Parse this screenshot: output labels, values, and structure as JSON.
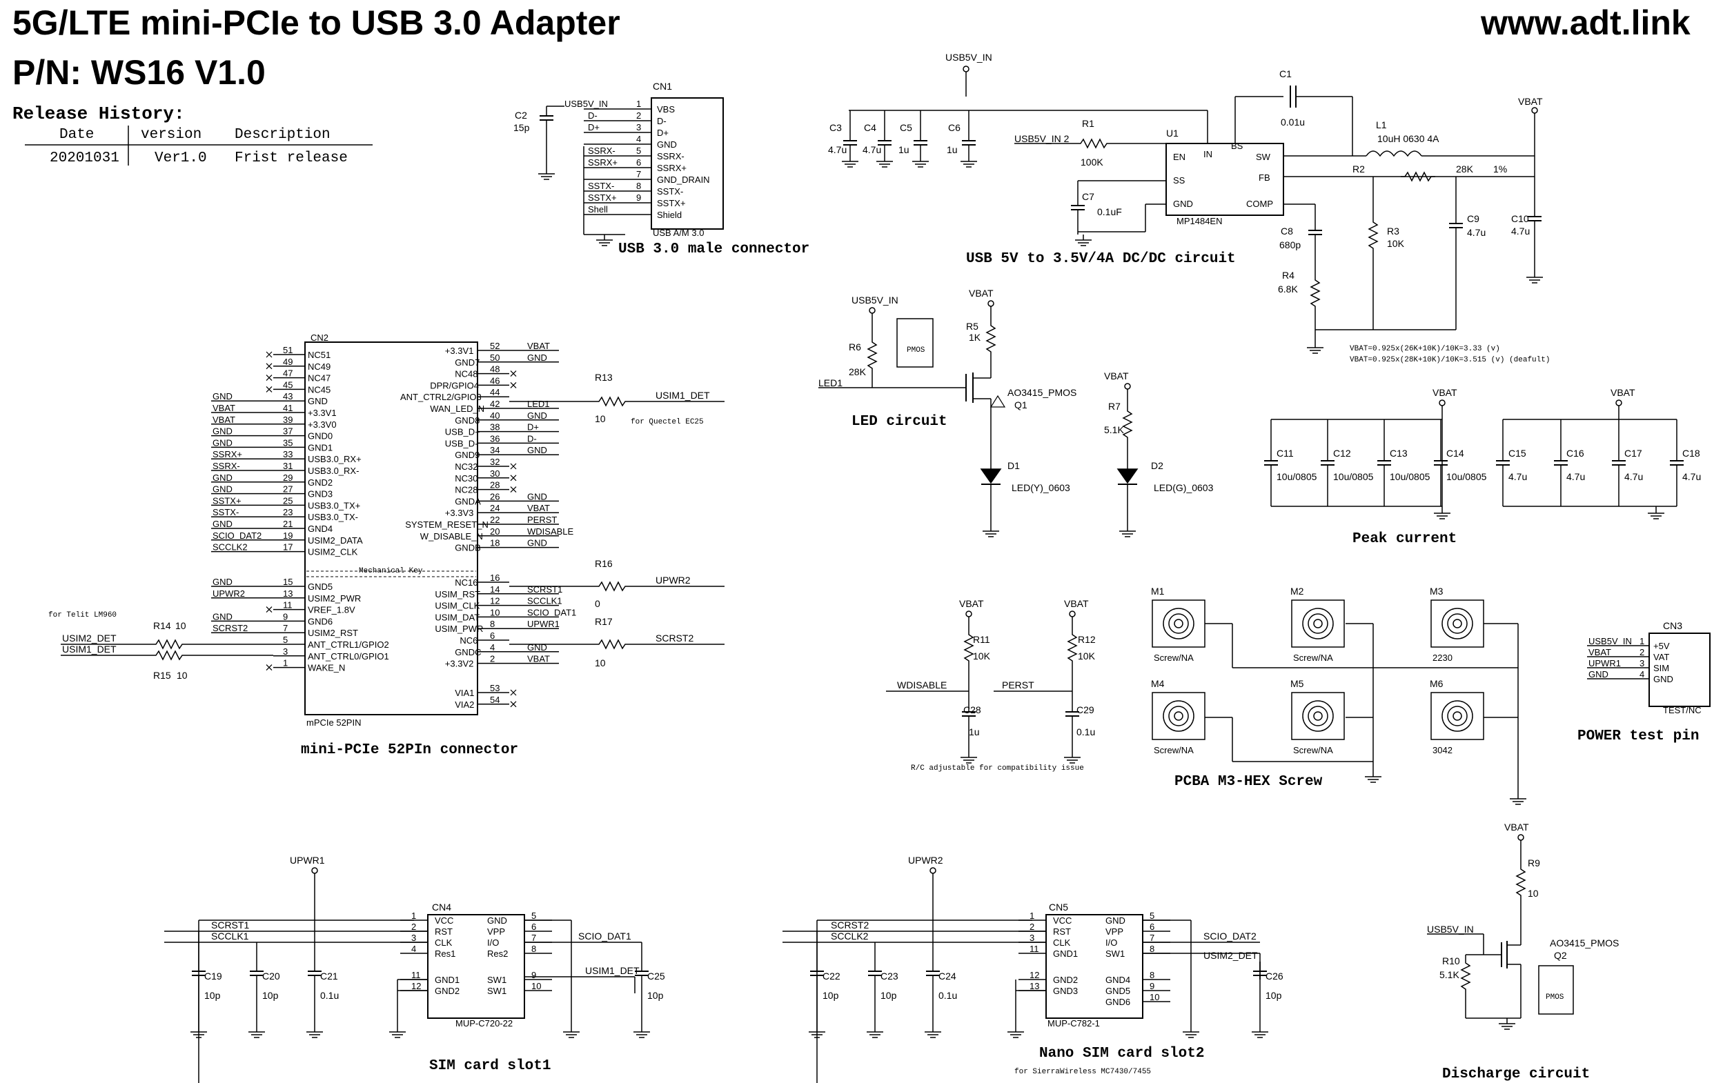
{
  "header": {
    "title": "5G/LTE mini-PCIe to USB 3.0 Adapter",
    "part_number": "P/N: WS16 V1.0",
    "website": "www.adt.link"
  },
  "release_history": {
    "heading": "Release History:",
    "columns": [
      "Date",
      "version",
      "Description"
    ],
    "rows": [
      [
        "20201031",
        "Ver1.0",
        "Frist release"
      ]
    ]
  },
  "sections": {
    "usb_connector": "USB 3.0 male connector",
    "dcdc": "USB 5V to 3.5V/4A DC/DC circuit",
    "led": "LED circuit",
    "peak": "Peak current",
    "minipcie": "mini-PCIe 52PIn connector",
    "screw": "PCBA M3-HEX Screw",
    "power_test": "POWER test pin",
    "sim1": "SIM card slot1",
    "sim2": "Nano SIM card slot2",
    "discharge": "Discharge circuit"
  },
  "cn1": {
    "ref": "CN1",
    "part": "USB A/M 3.0",
    "pins": [
      "VBS",
      "D-",
      "D+",
      "GND",
      "SSRX-",
      "SSRX+",
      "GND_DRAIN",
      "SSTX-",
      "SSTX+",
      "Shield"
    ],
    "nets": [
      "USB5V_IN",
      "D-",
      "D+",
      "",
      "SSRX-",
      "SSRX+",
      "",
      "SSTX-",
      "SSTX+",
      "Shell"
    ],
    "numbers": [
      "1",
      "2",
      "3",
      "4",
      "5",
      "6",
      "7",
      "8",
      "9"
    ],
    "c2_ref": "C2",
    "c2_val": "15p"
  },
  "dcdc": {
    "net_top": "USB5V_IN",
    "caps_in": [
      [
        "C3",
        "4.7u"
      ],
      [
        "C4",
        "4.7u"
      ],
      [
        "C5",
        "1u"
      ],
      [
        "C6",
        "1u"
      ]
    ],
    "r1": [
      "R1",
      "100K"
    ],
    "en_net": "USB5V_IN 2",
    "u1_ref": "U1",
    "u1_part": "MP1484EN",
    "u1_pins": [
      "EN",
      "SS",
      "GND",
      "IN",
      "BS",
      "SW",
      "FB",
      "COMP"
    ],
    "c1": [
      "C1",
      "0.01u"
    ],
    "c7": [
      "C7",
      "0.1uF"
    ],
    "l1": [
      "L1",
      "10uH 0630 4A"
    ],
    "r2": [
      "R2",
      "28K",
      "1%"
    ],
    "c8": [
      "C8",
      "680p"
    ],
    "r3": [
      "R3",
      "10K"
    ],
    "r4": [
      "R4",
      "6.8K"
    ],
    "c9": [
      "C9",
      "4.7u"
    ],
    "c10": [
      "C10",
      "4.7u"
    ],
    "vbat": "VBAT",
    "note1": "VBAT=0.925x(26K+10K)/10K=3.33 (v)",
    "note2": "VBAT=0.925x(28K+10K)/10K=3.515 (v) (deafult)"
  },
  "led": {
    "usb5v": "USB5V_IN",
    "r6": [
      "R6",
      "28K"
    ],
    "net": "LED1",
    "pmos_part": "PMOS",
    "q1": [
      "AO3415_PMOS",
      "Q1"
    ],
    "r5": [
      "R5",
      "1K"
    ],
    "vbat": "VBAT",
    "d1": [
      "D1",
      "LED(Y)_0603"
    ],
    "r7": [
      "R7",
      "5.1K"
    ],
    "d2": [
      "D2",
      "LED(G)_0603"
    ]
  },
  "peak": {
    "vbat": "VBAT",
    "caps_a": [
      [
        "C11",
        "10u/0805"
      ],
      [
        "C12",
        "10u/0805"
      ],
      [
        "C13",
        "10u/0805"
      ],
      [
        "C14",
        "10u/0805"
      ]
    ],
    "caps_b": [
      [
        "C15",
        "4.7u"
      ],
      [
        "C16",
        "4.7u"
      ],
      [
        "C17",
        "4.7u"
      ],
      [
        "C18",
        "4.7u"
      ]
    ]
  },
  "cn2": {
    "ref": "CN2",
    "part": "mPCIe 52PIN",
    "mech": "Mechanical Key",
    "left": [
      [
        "51",
        "NC51",
        ""
      ],
      [
        "49",
        "NC49",
        ""
      ],
      [
        "47",
        "NC47",
        ""
      ],
      [
        "45",
        "NC45",
        ""
      ],
      [
        "43",
        "GND",
        "GND"
      ],
      [
        "41",
        "+3.3V1",
        "VBAT"
      ],
      [
        "39",
        "+3.3V0",
        "VBAT"
      ],
      [
        "37",
        "GND0",
        "GND"
      ],
      [
        "35",
        "GND1",
        "GND"
      ],
      [
        "33",
        "USB3.0_RX+",
        "SSRX+"
      ],
      [
        "31",
        "USB3.0_RX-",
        "SSRX-"
      ],
      [
        "29",
        "GND2",
        "GND"
      ],
      [
        "27",
        "GND3",
        "GND"
      ],
      [
        "25",
        "USB3.0_TX+",
        "SSTX+"
      ],
      [
        "23",
        "USB3.0_TX-",
        "SSTX-"
      ],
      [
        "21",
        "GND4",
        "GND"
      ],
      [
        "19",
        "USIM2_DATA",
        "SCIO_DAT2"
      ],
      [
        "17",
        "USIM2_CLK",
        "SCCLK2"
      ],
      [
        "15",
        "GND5",
        "GND"
      ],
      [
        "13",
        "USIM2_PWR",
        "UPWR2"
      ],
      [
        "11",
        "VREF_1.8V",
        ""
      ],
      [
        "9",
        "GND6",
        "GND"
      ],
      [
        "7",
        "USIM2_RST",
        "SCRST2"
      ],
      [
        "5",
        "ANT_CTRL1/GPIO2",
        ""
      ],
      [
        "3",
        "ANT_CTRL0/GPIO1",
        ""
      ],
      [
        "1",
        "WAKE_N",
        ""
      ]
    ],
    "right": [
      [
        "52",
        "+3.3V1",
        "VBAT"
      ],
      [
        "50",
        "GND7",
        "GND"
      ],
      [
        "48",
        "NC48",
        ""
      ],
      [
        "46",
        "DPR/GPIO4",
        ""
      ],
      [
        "44",
        "ANT_CTRL2/GPIO3",
        ""
      ],
      [
        "42",
        "WAN_LED_N",
        "LED1"
      ],
      [
        "40",
        "GND8",
        "GND"
      ],
      [
        "38",
        "USB_D+",
        "D+"
      ],
      [
        "36",
        "USB_D-",
        "D-"
      ],
      [
        "34",
        "GND9",
        "GND"
      ],
      [
        "32",
        "NC32",
        ""
      ],
      [
        "30",
        "NC30",
        ""
      ],
      [
        "28",
        "NC28",
        ""
      ],
      [
        "26",
        "GNDA",
        "GND"
      ],
      [
        "24",
        "+3.3V3",
        "VBAT"
      ],
      [
        "22",
        "SYSTEM_RESET_N",
        "PERST"
      ],
      [
        "20",
        "W_DISABLE_N",
        "WDISABLE"
      ],
      [
        "18",
        "GNDB",
        "GND"
      ],
      [
        "16",
        "NC16",
        ""
      ],
      [
        "14",
        "USIM_RST",
        "SCRST1"
      ],
      [
        "12",
        "USIM_CLK",
        "SCCLK1"
      ],
      [
        "10",
        "USIM_DAT",
        "SCIO_DAT1"
      ],
      [
        "8",
        "USIM_PWR",
        "UPWR1"
      ],
      [
        "6",
        "NC6",
        ""
      ],
      [
        "4",
        "GNDC",
        "GND"
      ],
      [
        "2",
        "+3.3V2",
        "VBAT"
      ],
      [
        "53",
        "VIA1",
        ""
      ],
      [
        "54",
        "VIA2",
        ""
      ]
    ],
    "r13": [
      "R13",
      "10",
      "USIM1_DET"
    ],
    "r13_note": "for Quectel EC25",
    "r16": [
      "R16",
      "0",
      "UPWR2"
    ],
    "r17": [
      "R17",
      "10",
      "SCRST2"
    ],
    "r14": [
      "R14",
      "10",
      "USIM2_DET"
    ],
    "r15": [
      "R15",
      "10",
      "USIM1_DET"
    ],
    "telit_note": "for Telit LM960"
  },
  "pullups": {
    "r11": [
      "VBAT",
      "R11",
      "10K",
      "WDISABLE",
      "C28",
      "1u"
    ],
    "r12": [
      "VBAT",
      "R12",
      "10K",
      "PERST",
      "C29",
      "0.1u"
    ],
    "note": "R/C adjustable for compatibility issue"
  },
  "screws": [
    [
      "M1",
      "Screw/NA"
    ],
    [
      "M2",
      "Screw/NA"
    ],
    [
      "M3",
      "2230"
    ],
    [
      "M4",
      "Screw/NA"
    ],
    [
      "M5",
      "Screw/NA"
    ],
    [
      "M6",
      "3042"
    ]
  ],
  "cn3": {
    "ref": "CN3",
    "part": "TEST/NC",
    "pins": [
      "+5V",
      "VAT",
      "SIM",
      "GND"
    ],
    "nets": [
      "USB5V_IN",
      "VBAT",
      "UPWR1",
      "GND"
    ]
  },
  "sim1": {
    "upwr": "UPWR1",
    "ref": "CN4",
    "part": "MUP-C720-22",
    "nets": [
      "SCRST1",
      "SCCLK1"
    ],
    "left_pins": [
      "VCC",
      "RST",
      "CLK",
      "Res1",
      "GND1",
      "GND2"
    ],
    "right_pins": [
      "GND",
      "VPP",
      "I/O",
      "Res2",
      "SW1",
      "SW1"
    ],
    "out_nets": [
      "SCIO_DAT1",
      "USIM1_DET"
    ],
    "caps": [
      [
        "C19",
        "10p"
      ],
      [
        "C20",
        "10p"
      ],
      [
        "C21",
        "0.1u"
      ],
      [
        "C25",
        "10p"
      ]
    ]
  },
  "sim2": {
    "upwr": "UPWR2",
    "ref": "CN5",
    "part": "MUP-C782-1",
    "nets": [
      "SCRST2",
      "SCCLK2"
    ],
    "left_pins": [
      "VCC",
      "RST",
      "CLK",
      "GND1",
      "GND2",
      "GND3"
    ],
    "right_pins": [
      "GND",
      "VPP",
      "I/O",
      "SW1",
      "GND4",
      "GND5",
      "GND6"
    ],
    "out_nets": [
      "SCIO_DAT2",
      "USIM2_DET"
    ],
    "caps": [
      [
        "C22",
        "10p"
      ],
      [
        "C23",
        "10p"
      ],
      [
        "C24",
        "0.1u"
      ],
      [
        "C26",
        "10p"
      ]
    ],
    "note": "for SierraWireless MC7430/7455"
  },
  "discharge": {
    "vbat": "VBAT",
    "r9": [
      "R9",
      "10"
    ],
    "usb5v": "USB5V_IN",
    "r10": [
      "R10",
      "5.1K"
    ],
    "q2": [
      "AO3415_PMOS",
      "Q2"
    ],
    "pmos": "PMOS"
  }
}
